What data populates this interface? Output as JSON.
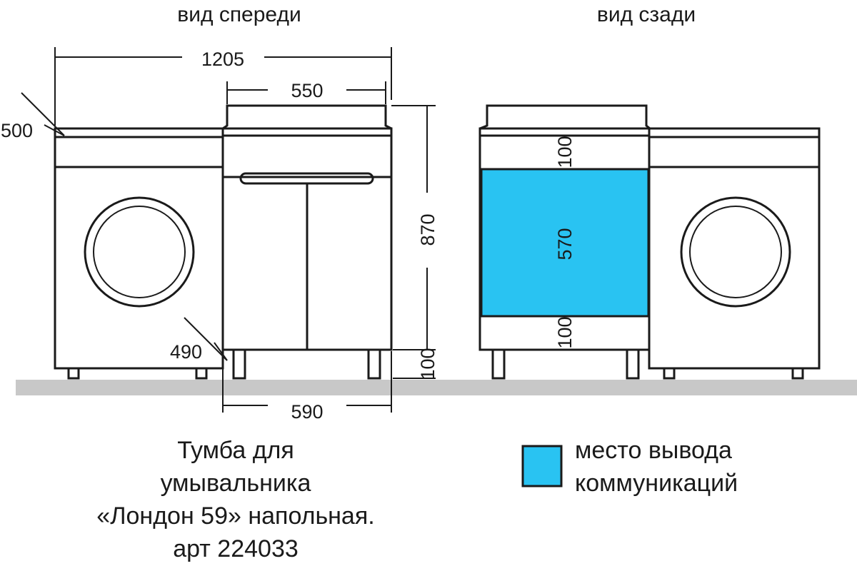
{
  "views": {
    "front_label": "вид спереди",
    "back_label": "вид сзади"
  },
  "dimensions": {
    "total_width": "1205",
    "sink_width": "550",
    "depth_washer": "500",
    "height": "870",
    "depth_cabinet": "490",
    "leg_height": "100",
    "cabinet_width": "590",
    "back_top_zone": "100",
    "back_comm_zone": "570",
    "back_bottom_zone": "100"
  },
  "caption": {
    "line1": "Тумба для",
    "line2": "умывальника",
    "line3": "«Лондон 59» напольная.",
    "line4": "арт 224033"
  },
  "legend": {
    "label_line1": "место вывода",
    "label_line2": "коммуникаций",
    "swatch_color": "#29c3f2"
  },
  "colors": {
    "floor": "#c8c8c8",
    "line": "#1a1a1a"
  }
}
